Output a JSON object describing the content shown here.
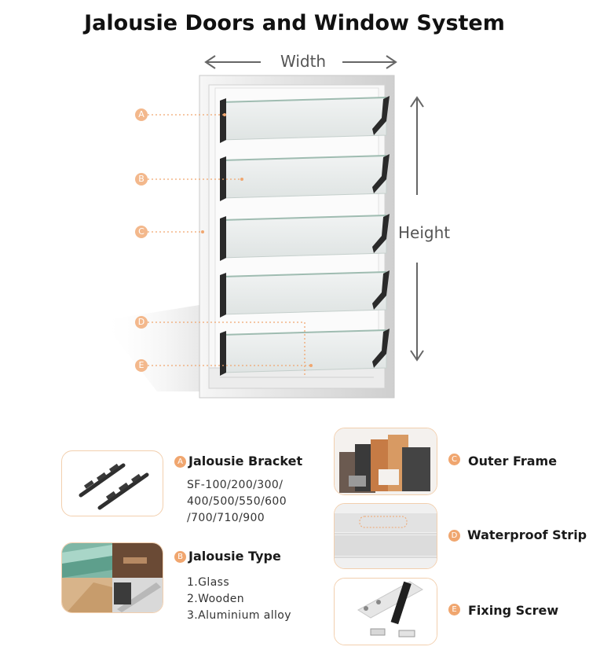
{
  "title": "Jalousie Doors and Window System",
  "dimensions": {
    "width": "Width",
    "height": "Height"
  },
  "markers": [
    "A",
    "B",
    "C",
    "D",
    "E"
  ],
  "components": {
    "bracket": {
      "marker": "A",
      "title": "Jalousie Bracket",
      "lines": [
        "SF-100/200/300/",
        "400/500/550/600",
        "/700/710/900"
      ]
    },
    "type": {
      "marker": "B",
      "title": "Jalousie Type",
      "lines": [
        "1.Glass",
        "2.Wooden",
        "3.Aluminium alloy"
      ]
    },
    "outer_frame": {
      "marker": "C",
      "title": "Outer Frame"
    },
    "waterproof_strip": {
      "marker": "D",
      "title": "Waterproof Strip"
    },
    "fixing_screw": {
      "marker": "E",
      "title": "Fixing Screw"
    }
  },
  "colors": {
    "accent": "#f0a66f",
    "frame": "#e4e4e4",
    "bracket": "#2a2a2a",
    "glass": "#e8eceb"
  }
}
